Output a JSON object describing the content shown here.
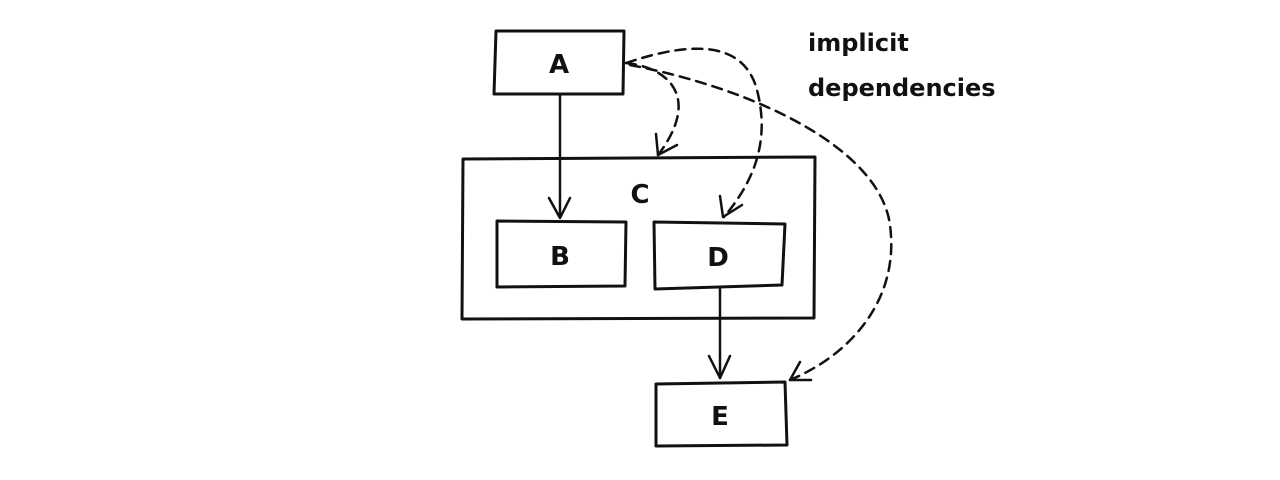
{
  "diagram": {
    "nodes": {
      "a": "A",
      "b": "B",
      "c": "C",
      "d": "D",
      "e": "E"
    },
    "annotation": {
      "line1": "implicit",
      "line2": "dependencies"
    },
    "edges": [
      {
        "from": "A",
        "to": "B",
        "style": "solid"
      },
      {
        "from": "D",
        "to": "E",
        "style": "solid"
      },
      {
        "from": "A",
        "to": "C",
        "style": "dashed"
      },
      {
        "from": "A",
        "to": "D",
        "style": "dashed"
      },
      {
        "from": "A",
        "to": "E",
        "style": "dashed"
      }
    ]
  }
}
